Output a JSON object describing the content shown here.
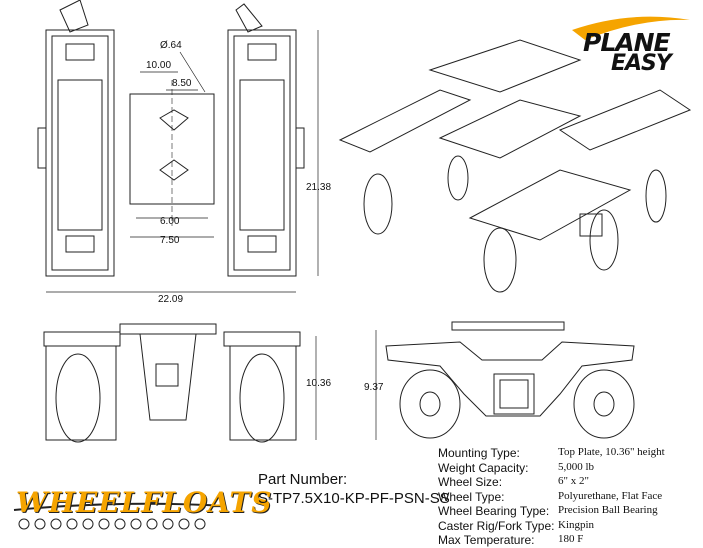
{
  "dimensions": {
    "dia_hole": "Ø.64",
    "d10": "10.00",
    "d850": "8.50",
    "d600": "6.00",
    "d750": "7.50",
    "d2138": "21.38",
    "d2209": "22.09",
    "d1036": "10.36",
    "d937": "9.37"
  },
  "brand_top": {
    "line1": "PLANE",
    "line2": "EASY"
  },
  "brand_bottom": {
    "name": "WHEELFLOATS"
  },
  "part": {
    "label": "Part Number:",
    "number": "S-TP7.5X10-KP-PF-PSN-SS"
  },
  "specs": [
    {
      "key": "Mounting Type:",
      "value": "Top Plate, 10.36\" height"
    },
    {
      "key": "Weight Capacity:",
      "value": "5,000 lb"
    },
    {
      "key": "Wheel Size:",
      "value": "6\" x 2\""
    },
    {
      "key": "Wheel Type:",
      "value": "Polyurethane, Flat Face"
    },
    {
      "key": "Wheel Bearing Type:",
      "value": "Precision Ball Bearing"
    },
    {
      "key": "Caster Rig/Fork Type:",
      "value": "Kingpin"
    },
    {
      "key": "Max Temperature:",
      "value": "180 F"
    }
  ],
  "colors": {
    "accent": "#f5a400",
    "line": "#222222"
  }
}
